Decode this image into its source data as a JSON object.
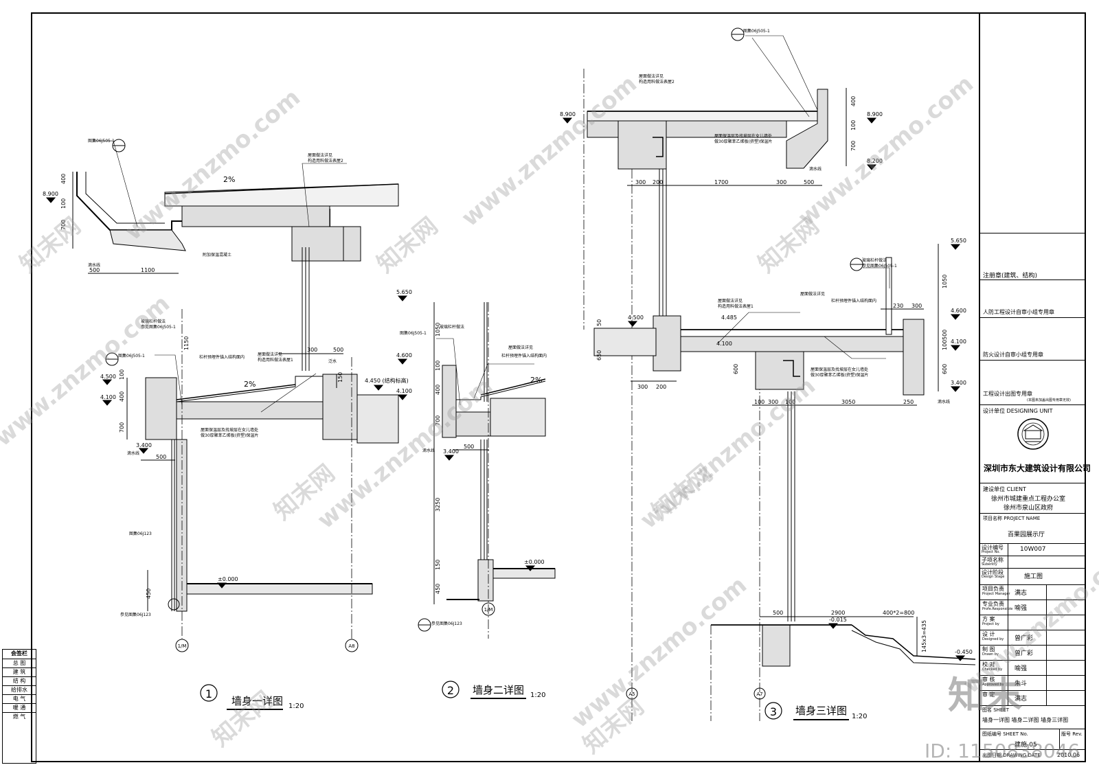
{
  "details": [
    {
      "num": "1",
      "title": "墙身一详图",
      "scale": "1:20"
    },
    {
      "num": "2",
      "title": "墙身二详图",
      "scale": "1:20"
    },
    {
      "num": "3",
      "title": "墙身三详图",
      "scale": "1:20"
    }
  ],
  "levels": {
    "l8900": "8.900",
    "l8200": "8.200",
    "l5650": "5.650",
    "l4600": "4.600",
    "l4500": "4.500",
    "l4100": "4.100",
    "l3400": "3.400",
    "l4450": "4.450 (结构标高)",
    "l4485": "4.485",
    "l0000": "±0.000",
    "lm015": "-0.015",
    "lm045": "-0.450"
  },
  "dims": {
    "d400": "400",
    "d100": "100",
    "d700": "700",
    "d500": "500",
    "d1100": "1100",
    "d300": "300",
    "d200": "200",
    "d1700": "1700",
    "d1050": "1050",
    "d1150": "1150",
    "d3250": "3250",
    "d150": "150",
    "d450": "450",
    "d230": "230",
    "d3050": "3050",
    "d250": "250",
    "d600": "600",
    "d650": "650",
    "d2900": "2900",
    "d800": "400*2=800",
    "d435": "145x3=435",
    "d50": "50"
  },
  "slopes": {
    "s2": "2%"
  },
  "axes": {
    "a1": "1/M",
    "a2": "A8",
    "a3": "A5",
    "a4": "A7"
  },
  "notes": {
    "ref505": "图集06J505-1",
    "ref505b": "参见图集06J505-1",
    "ref123": "参见图集06J123",
    "ref123b": "图集06J123",
    "roofdoc": "屋面做法详见",
    "roofdoc2": "构造用料做法表屋2",
    "roofdoc1": "构造用料做法表屋1",
    "waterline": "滴水线",
    "glassrail": "玻璃栏杆做法",
    "railnote": "栏杆预埋件锚入结构面内",
    "insul": "屋面保温层及找坡层在女儿墙处",
    "insul2": "做30厚聚苯乙烯板(挤塑)保温片",
    "foam": "附加保温混凝土",
    "flash": "泛水"
  },
  "title_block": {
    "reg_seal": "注册章(建筑、结构)",
    "civil_seal": "人防工程设计自审小组专用章",
    "fire_seal": "防火设计自审小组专用章",
    "out_seal": "工程设计出图专用章",
    "out_seal_note": "(本图未加盖出图专用章无效)",
    "design_unit": "设计单位 DESIGNING UNIT",
    "company": "深圳市东大建筑设计有限公司",
    "client_label": "建设单位 CLIENT",
    "client1": "徐州市城建重点工程办公室",
    "client2": "徐州市泉山区政府",
    "project_label": "项目名称 PROJECT NAME",
    "project": "百果园展示厅",
    "design_no_label": "设计编号",
    "design_no_en": "Project No.",
    "design_no": "10W007",
    "sub_label": "子项名称",
    "sub_en": "Subentry",
    "stage_label": "设计阶段",
    "stage_en": "Design Stage",
    "stage": "施工图",
    "roles": [
      {
        "cn": "项目负责",
        "en": "Project Manager",
        "name": "满志"
      },
      {
        "cn": "专业负责",
        "en": "Profe.Responsible",
        "name": "喻强"
      },
      {
        "cn": "方  案",
        "en": "Project by",
        "name": ""
      },
      {
        "cn": "设  计",
        "en": "Designed by",
        "name": "曾广彩"
      },
      {
        "cn": "制  图",
        "en": "Drawn by",
        "name": "曾广彩"
      },
      {
        "cn": "校  对",
        "en": "Checked by",
        "name": "喻强"
      },
      {
        "cn": "审  核",
        "en": "Approved by",
        "name": "朱斗"
      },
      {
        "cn": "审  定",
        "en": "",
        "name": "满志"
      }
    ],
    "sheet_label": "图名 SHEET",
    "sheet_title": "墙身一详图  墙身二详图  墙身三详图",
    "sheet_no_label": "图纸编号 SHEET No.",
    "sheet_no": "建施-05",
    "rev_label": "版号 Rev.",
    "date_label": "出图日期 DRAWING DATE",
    "date": "2010.06"
  },
  "sign_table": {
    "head": "会签栏",
    "rows": [
      "总  图",
      "建  筑",
      "结  构",
      "给排水",
      "电  气",
      "暖  通",
      "燃  气"
    ]
  },
  "watermarks": {
    "site": "www.znzmo.com",
    "brand": "知末网",
    "logo": "知末",
    "id": "ID: 1150838046"
  }
}
